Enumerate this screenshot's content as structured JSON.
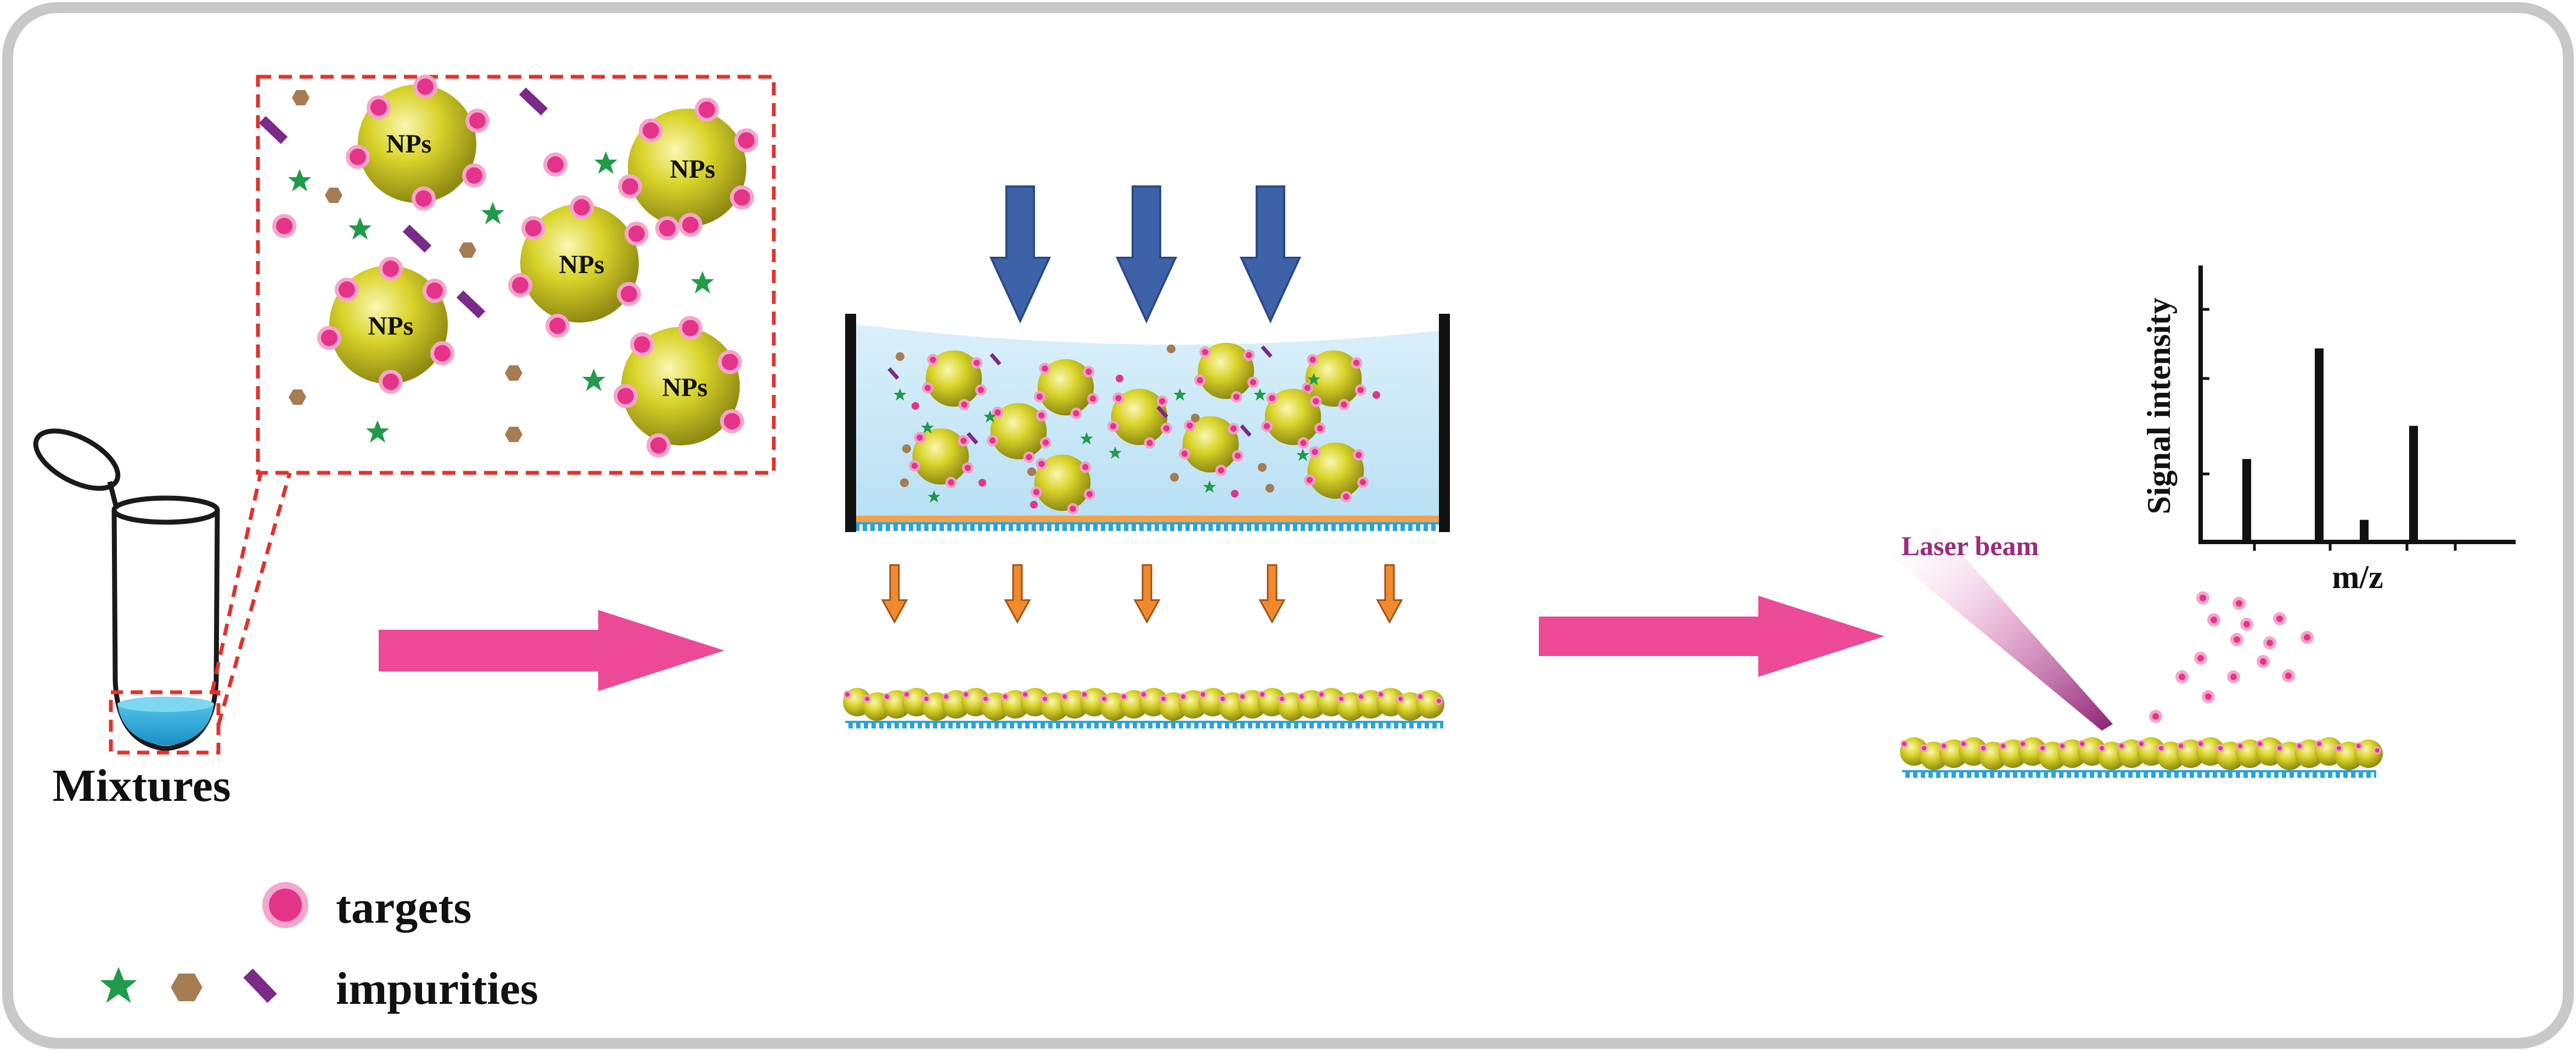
{
  "labels": {
    "mixtures": "Mixtures",
    "nanoparticle": "NPs",
    "laser_beam": "Laser beam",
    "y_axis": "Signal intensity",
    "x_axis": "m/z"
  },
  "legend": {
    "targets": "targets",
    "impurities": "impurities"
  },
  "colors": {
    "frame": "#c8c8c8",
    "target_pink": "#e6338a",
    "impurity_star": "#1f9b4a",
    "impurity_hexagon": "#a67c52",
    "impurity_bar": "#7b2a8a",
    "nanoparticle_gold": "#d8d228",
    "big_arrow": "#ec4a97",
    "pressure_arrow": "#3e62a8",
    "filtrate_arrow": "#f08a2c",
    "liquid": "#c6e6f6",
    "membrane": "#2aa3dc",
    "laser": "#9b2c7f"
  },
  "spectrum": {
    "type": "bar",
    "peaks": [
      0.3,
      0.7,
      0.08,
      0.42
    ]
  }
}
